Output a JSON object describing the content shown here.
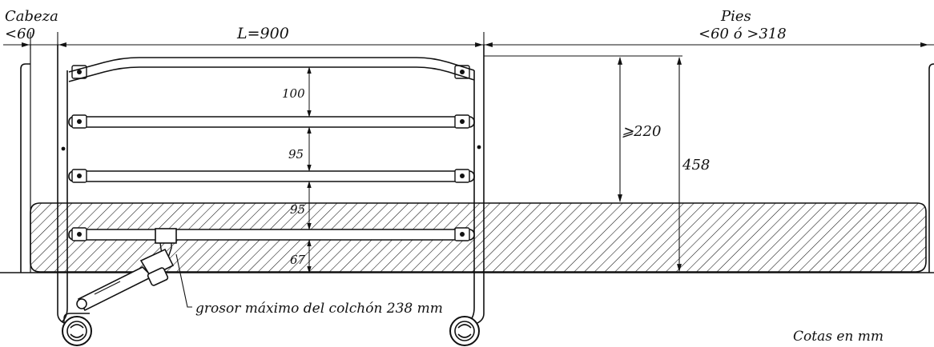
{
  "labels": {
    "head_side": "Cabeza",
    "head_gap": "<60",
    "length": "L=900",
    "foot_side": "Pies",
    "foot_gap": "<60 ó >318",
    "gap_100": "100",
    "gap_95_a": "95",
    "gap_95_b": "95",
    "gap_67": "67",
    "height_220": "⩾220",
    "height_458": "458",
    "mattress_note": "grosor máximo del colchón 238 mm",
    "units_note": "Cotas en mm"
  },
  "colors": {
    "ink": "#111111",
    "paper": "#ffffff"
  }
}
